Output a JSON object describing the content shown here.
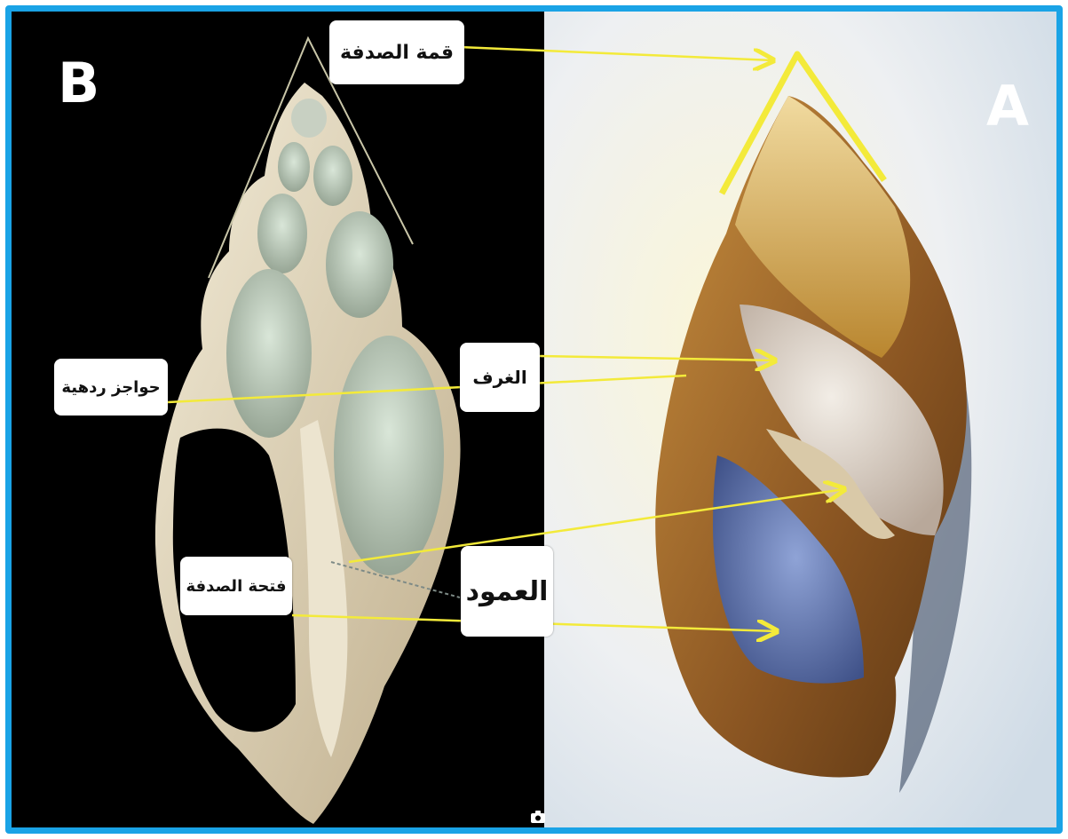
{
  "panels": {
    "left_letter": "B",
    "right_letter": "A"
  },
  "labels": {
    "apex": "قمة الصدفة",
    "septa": "حواجز ردهية",
    "chambers": "الغرف",
    "opening": "فتحة الصدفة",
    "column": "العمود"
  },
  "icons": {
    "corner": "camera-icon"
  },
  "colors": {
    "frame": "#1aa3e6",
    "arrows": "#f3ea3a",
    "left_background": "#000000"
  }
}
